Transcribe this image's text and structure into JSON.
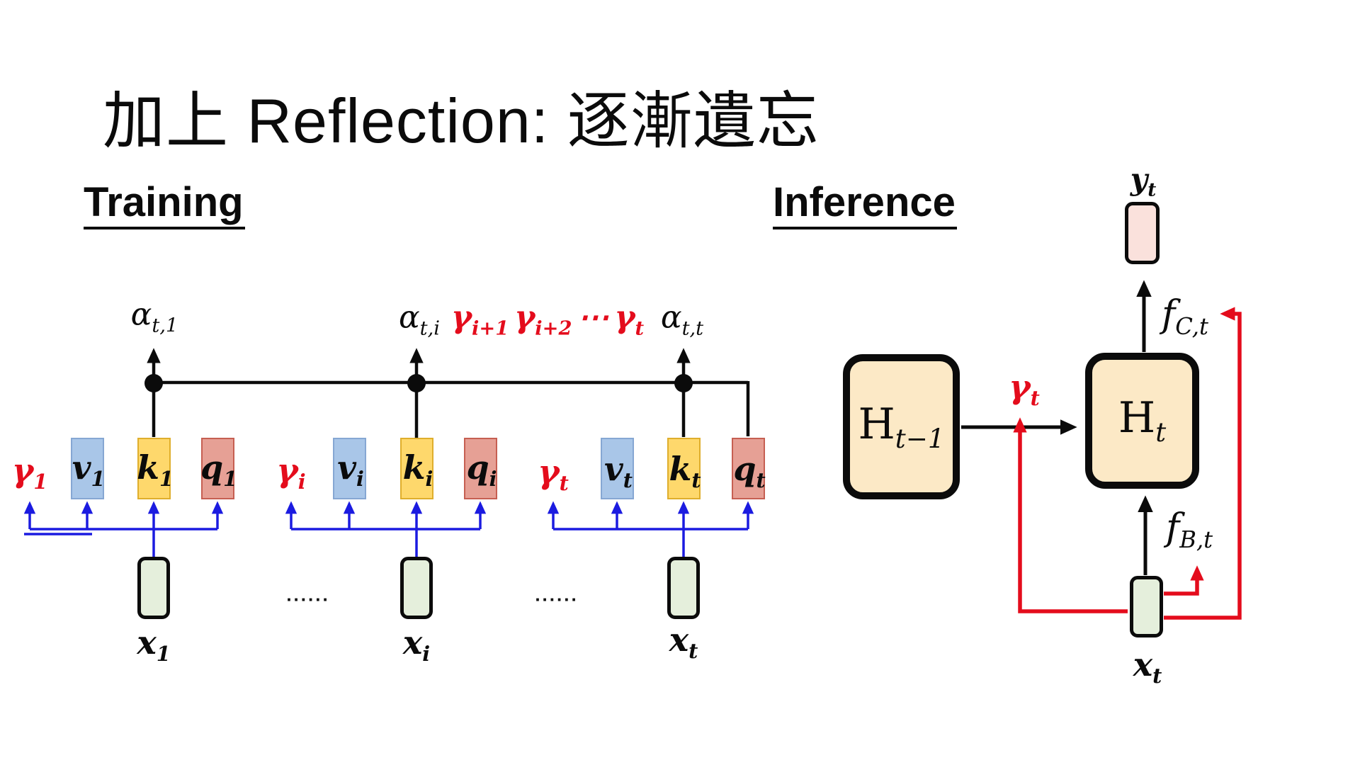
{
  "slide": {
    "title": "加上 Reflection: 逐漸遺忘"
  },
  "colors": {
    "red": "#e40c1c",
    "blue": "#1b1be0",
    "cream": "#fce9c6",
    "pink": "#fae1dc",
    "green": "#e5efdc",
    "v_fill": "#a9c6e8",
    "v_border": "#86a7d3",
    "k_fill": "#fed86c",
    "k_border": "#dfae2c",
    "q_fill": "#e6a095",
    "q_border": "#c65f52"
  },
  "training": {
    "heading": "Training",
    "alphas": [
      {
        "base": "α",
        "sub": "t,1"
      },
      {
        "base": "α",
        "sub": "t,i"
      },
      {
        "base": "α",
        "sub": "t,t"
      }
    ],
    "decay": [
      {
        "base": "γ",
        "sub": "i+1"
      },
      {
        "base": "γ",
        "sub": "i+2"
      },
      {
        "base": "⋯",
        "sub": ""
      },
      {
        "base": "γ",
        "sub": "t"
      }
    ],
    "ellipsis": "......",
    "groups": [
      {
        "gamma": {
          "base": "γ",
          "sub": "1"
        },
        "v": {
          "base": "v",
          "sub": "1"
        },
        "k": {
          "base": "k",
          "sub": "1"
        },
        "q": {
          "base": "q",
          "sub": "1"
        },
        "x": {
          "base": "x",
          "sub": "1"
        }
      },
      {
        "gamma": {
          "base": "γ",
          "sub": "i"
        },
        "v": {
          "base": "v",
          "sub": "i"
        },
        "k": {
          "base": "k",
          "sub": "i"
        },
        "q": {
          "base": "q",
          "sub": "i"
        },
        "x": {
          "base": "x",
          "sub": "i"
        }
      },
      {
        "gamma": {
          "base": "γ",
          "sub": "t"
        },
        "v": {
          "base": "v",
          "sub": "t"
        },
        "k": {
          "base": "k",
          "sub": "t"
        },
        "q": {
          "base": "q",
          "sub": "t"
        },
        "x": {
          "base": "x",
          "sub": "t"
        }
      }
    ]
  },
  "inference": {
    "heading": "Inference",
    "y": {
      "base": "y",
      "sub": "t"
    },
    "f_c": {
      "base": "f",
      "sub": "C,t"
    },
    "f_b": {
      "base": "f",
      "sub": "B,t"
    },
    "gamma": {
      "base": "γ",
      "sub": "t"
    },
    "h_prev": {
      "base": "H",
      "sub": "t−1"
    },
    "h_curr": {
      "base": "H",
      "sub": "t"
    },
    "x": {
      "base": "x",
      "sub": "t"
    }
  }
}
